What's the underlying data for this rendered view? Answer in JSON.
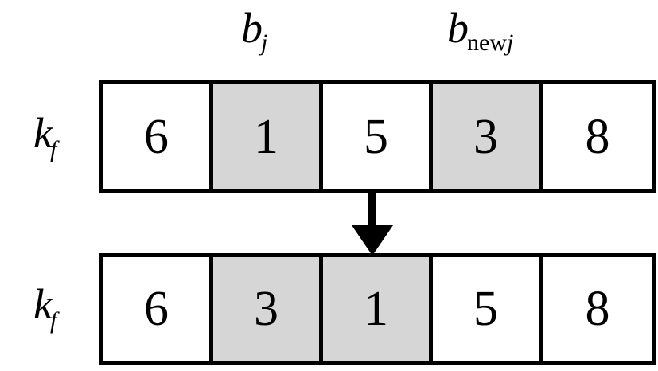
{
  "diagram": {
    "title": "array-swap-diagram",
    "colors": {
      "ink": "#000000",
      "shaded_cell": "#d6d6d6",
      "background": "#ffffff"
    },
    "column_labels": [
      {
        "name": "b-j-label",
        "base": "b",
        "subscript_upright": "",
        "subscript_italic": "j"
      },
      {
        "name": "b-newj-label",
        "base": "b",
        "subscript_upright": "new",
        "subscript_italic": "j"
      }
    ],
    "rows": [
      {
        "name": "before-row",
        "label": {
          "base": "k",
          "subscript_italic": "f"
        },
        "cells": [
          {
            "value": "6",
            "shaded": false
          },
          {
            "value": "1",
            "shaded": true
          },
          {
            "value": "5",
            "shaded": false
          },
          {
            "value": "3",
            "shaded": true
          },
          {
            "value": "8",
            "shaded": false
          }
        ]
      },
      {
        "name": "after-row",
        "label": {
          "base": "k",
          "subscript_italic": "f"
        },
        "cells": [
          {
            "value": "6",
            "shaded": false
          },
          {
            "value": "3",
            "shaded": true
          },
          {
            "value": "1",
            "shaded": true
          },
          {
            "value": "5",
            "shaded": false
          },
          {
            "value": "8",
            "shaded": false
          }
        ]
      }
    ],
    "arrow": {
      "name": "down-arrow",
      "direction": "down"
    }
  }
}
